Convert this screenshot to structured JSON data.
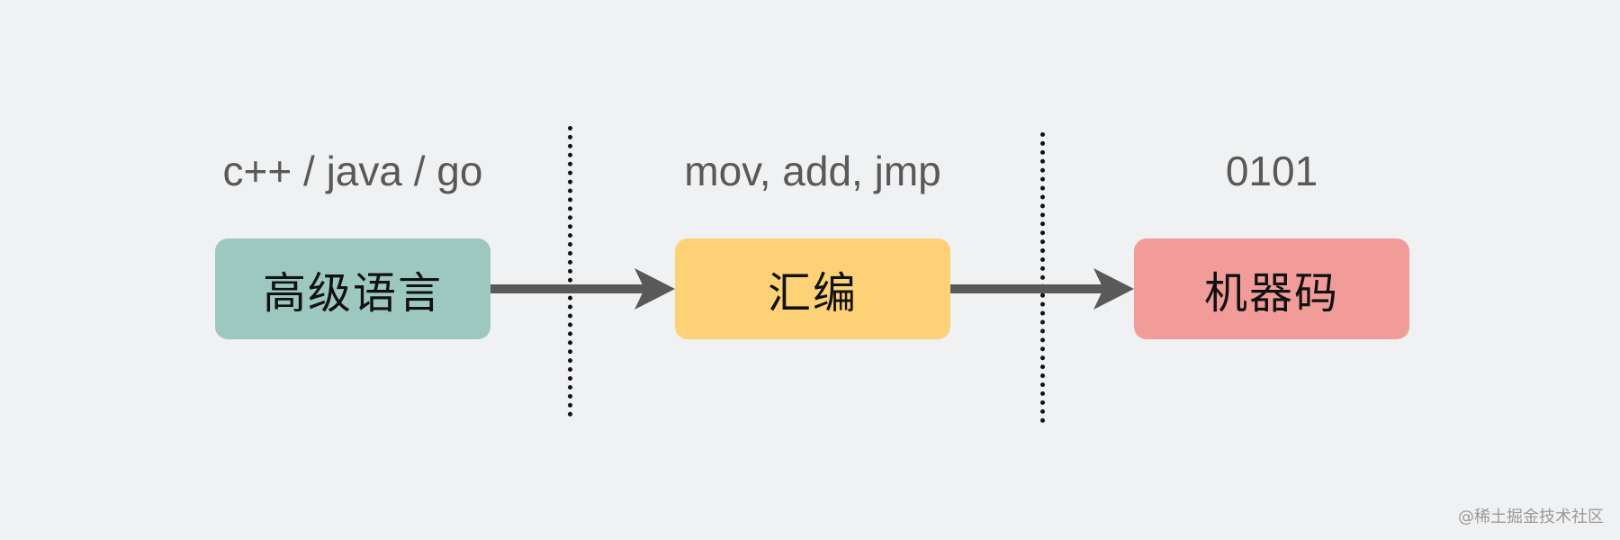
{
  "stages": [
    {
      "caption": "c++ / java / go",
      "label": "高级语言",
      "color": "#9dc8c0"
    },
    {
      "caption": "mov, add, jmp",
      "label": "汇编",
      "color": "#fdd276"
    },
    {
      "caption": "0101",
      "label": "机器码",
      "color": "#f19c99"
    }
  ],
  "colors": {
    "background": "#f0f1f3",
    "arrow": "#595959",
    "divider": "#111111",
    "caption_text": "#595959"
  },
  "watermark": "@稀土掘金技术社区"
}
